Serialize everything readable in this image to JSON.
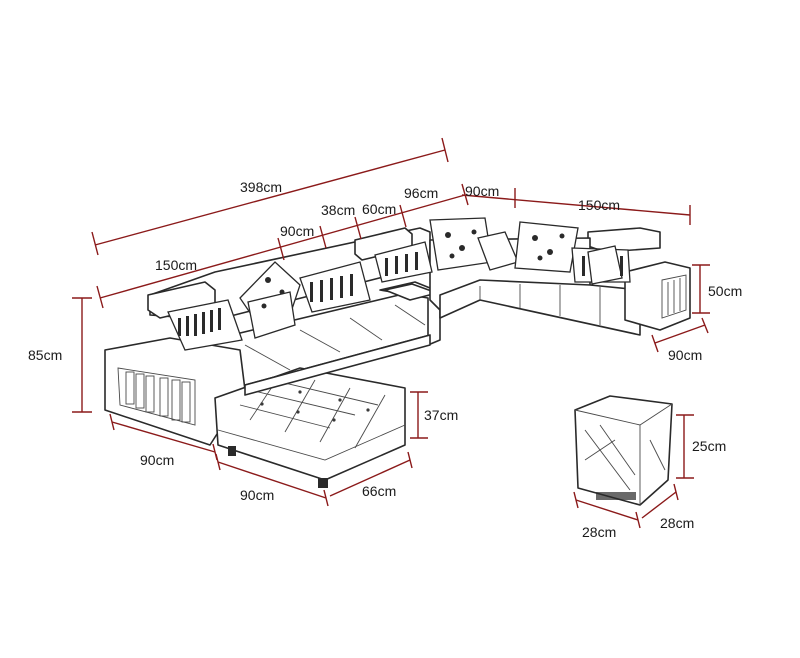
{
  "dimensions": {
    "total_length": "398cm",
    "left_back_length": "150cm",
    "seat_width_1": "90cm",
    "armrest_width": "38cm",
    "table_width": "60cm",
    "corner_width": "96cm",
    "seat_width_2": "90cm",
    "right_back_length": "150cm",
    "sofa_height": "85cm",
    "right_arm_height": "50cm",
    "right_depth": "90cm",
    "chaise_height": "37cm",
    "chaise_width": "90cm",
    "chaise_length": "90cm",
    "chaise_depth": "66cm",
    "ottoman_height": "25cm",
    "ottoman_width": "28cm",
    "ottoman_depth": "28cm"
  }
}
